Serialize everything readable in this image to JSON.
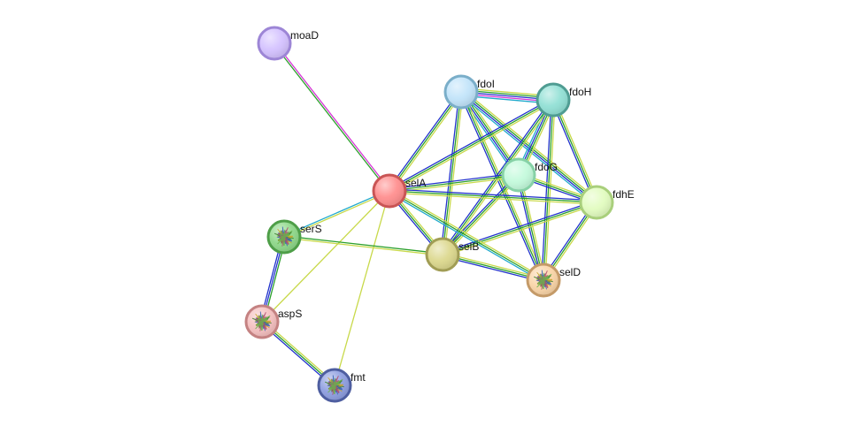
{
  "nodes": [
    {
      "id": "moaD",
      "label": "moaD",
      "fill": "#d4c2ff",
      "stroke": "#9d86d6",
      "structure": false
    },
    {
      "id": "fdoI",
      "label": "fdoI",
      "fill": "#c2e4fa",
      "stroke": "#7aaec9",
      "structure": false
    },
    {
      "id": "fdoH",
      "label": "fdoH",
      "fill": "#92e0d5",
      "stroke": "#4f9c92",
      "structure": false
    },
    {
      "id": "fdoG",
      "label": "fdoG",
      "fill": "#c4fadc",
      "stroke": "#86d1a6",
      "structure": false
    },
    {
      "id": "fdhE",
      "label": "fdhE",
      "fill": "#e2fcc0",
      "stroke": "#a9cf7c",
      "structure": false
    },
    {
      "id": "selA",
      "label": "selA",
      "fill": "#ff8f8f",
      "stroke": "#c95555",
      "structure": false
    },
    {
      "id": "serS",
      "label": "serS",
      "fill": "#8fd88a",
      "stroke": "#4e9e48",
      "structure": true
    },
    {
      "id": "selB",
      "label": "selB",
      "fill": "#dcd88e",
      "stroke": "#a19d55",
      "structure": false
    },
    {
      "id": "selD",
      "label": "selD",
      "fill": "#fad5a8",
      "stroke": "#c49a68",
      "structure": true
    },
    {
      "id": "aspS",
      "label": "aspS",
      "fill": "#f5c0c0",
      "stroke": "#c48282",
      "structure": true
    },
    {
      "id": "fmt",
      "label": "fmt",
      "fill": "#8f9fe0",
      "stroke": "#4e5ea0",
      "structure": true
    }
  ],
  "edges": [
    {
      "source": "moaD",
      "target": "selA",
      "colors": [
        "#d633d6",
        "#2ca02c"
      ]
    },
    {
      "source": "fdoI",
      "target": "fdoH",
      "colors": [
        "#c8d94a",
        "#2ca02c",
        "#2233cc",
        "#d633d6",
        "#22aacc"
      ]
    },
    {
      "source": "fdoI",
      "target": "fdoG",
      "colors": [
        "#c8d94a",
        "#2ca02c",
        "#2233cc",
        "#22aacc"
      ]
    },
    {
      "source": "fdoI",
      "target": "fdhE",
      "colors": [
        "#c8d94a",
        "#2ca02c",
        "#2233cc",
        "#22aacc"
      ]
    },
    {
      "source": "fdoI",
      "target": "selA",
      "colors": [
        "#c8d94a",
        "#2ca02c",
        "#2233cc"
      ]
    },
    {
      "source": "fdoI",
      "target": "selB",
      "colors": [
        "#c8d94a",
        "#2ca02c",
        "#2233cc"
      ]
    },
    {
      "source": "fdoI",
      "target": "selD",
      "colors": [
        "#c8d94a",
        "#2ca02c",
        "#2233cc"
      ]
    },
    {
      "source": "fdoH",
      "target": "fdoG",
      "colors": [
        "#c8d94a",
        "#2ca02c",
        "#2233cc",
        "#22aacc"
      ]
    },
    {
      "source": "fdoH",
      "target": "fdhE",
      "colors": [
        "#c8d94a",
        "#2ca02c",
        "#2233cc"
      ]
    },
    {
      "source": "fdoH",
      "target": "selA",
      "colors": [
        "#c8d94a",
        "#2ca02c",
        "#2233cc"
      ]
    },
    {
      "source": "fdoH",
      "target": "selB",
      "colors": [
        "#c8d94a",
        "#2ca02c",
        "#2233cc"
      ]
    },
    {
      "source": "fdoH",
      "target": "selD",
      "colors": [
        "#c8d94a",
        "#2ca02c",
        "#2233cc"
      ]
    },
    {
      "source": "fdoG",
      "target": "fdhE",
      "colors": [
        "#c8d94a",
        "#2ca02c",
        "#2233cc"
      ]
    },
    {
      "source": "fdoG",
      "target": "selA",
      "colors": [
        "#c8d94a",
        "#2ca02c",
        "#2233cc"
      ]
    },
    {
      "source": "fdoG",
      "target": "selB",
      "colors": [
        "#c8d94a",
        "#2ca02c",
        "#2233cc"
      ]
    },
    {
      "source": "fdoG",
      "target": "selD",
      "colors": [
        "#c8d94a",
        "#2ca02c",
        "#2233cc"
      ]
    },
    {
      "source": "fdhE",
      "target": "selA",
      "colors": [
        "#c8d94a",
        "#2ca02c",
        "#2233cc"
      ]
    },
    {
      "source": "fdhE",
      "target": "selB",
      "colors": [
        "#c8d94a",
        "#2ca02c",
        "#2233cc"
      ]
    },
    {
      "source": "fdhE",
      "target": "selD",
      "colors": [
        "#c8d94a",
        "#2ca02c",
        "#2233cc"
      ]
    },
    {
      "source": "selA",
      "target": "selB",
      "colors": [
        "#c8d94a",
        "#2ca02c",
        "#2233cc"
      ]
    },
    {
      "source": "selA",
      "target": "selD",
      "colors": [
        "#c8d94a",
        "#2ca02c",
        "#22aacc"
      ]
    },
    {
      "source": "selA",
      "target": "serS",
      "colors": [
        "#c8d94a",
        "#22aacc"
      ]
    },
    {
      "source": "selA",
      "target": "aspS",
      "colors": [
        "#c8d94a"
      ]
    },
    {
      "source": "selA",
      "target": "fmt",
      "colors": [
        "#c8d94a"
      ]
    },
    {
      "source": "selB",
      "target": "selD",
      "colors": [
        "#c8d94a",
        "#2ca02c",
        "#2233cc"
      ]
    },
    {
      "source": "selB",
      "target": "serS",
      "colors": [
        "#c8d94a",
        "#2ca02c"
      ]
    },
    {
      "source": "serS",
      "target": "aspS",
      "colors": [
        "#2ca02c",
        "#2233cc",
        "#2233cc"
      ]
    },
    {
      "source": "aspS",
      "target": "fmt",
      "colors": [
        "#c8d94a",
        "#2ca02c",
        "#2233cc"
      ]
    }
  ]
}
